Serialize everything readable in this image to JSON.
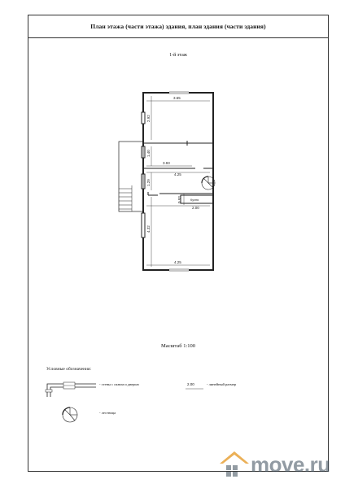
{
  "document": {
    "title": "План этажа (части этажа) здания, план здания (части здания)",
    "floor_label": "1-й этаж",
    "scale_label": "Масштаб 1:100"
  },
  "plan": {
    "dimensions": [
      "3.65",
      "2.92",
      "1.40",
      "3.93",
      "4.25",
      "1.29",
      "0.93",
      "Кухня",
      "2.00",
      "4.32",
      "4.25"
    ]
  },
  "legend": {
    "title": "Условные обозначения:",
    "wall_label": "- стены с окном и дверью",
    "dimension_sample": "2.00",
    "dimension_label": "- линейный размер",
    "stair_label": "- лестница"
  },
  "watermark": {
    "text": "move.ru",
    "color": "#3a4a58",
    "accent": "#e8a23a"
  }
}
